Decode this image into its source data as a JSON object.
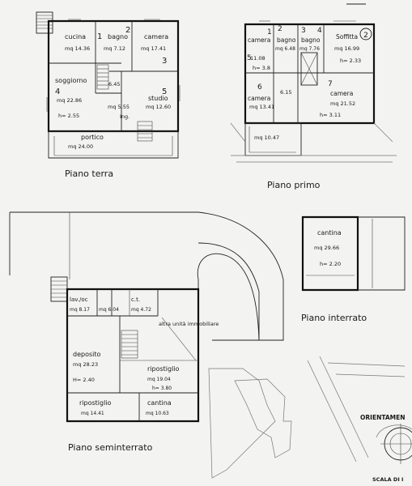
{
  "floors": {
    "ground": {
      "title": "Piano terra",
      "rooms": [
        {
          "name": "cucina",
          "area": "mq 14.36"
        },
        {
          "name": "bagno",
          "area": "mq 7.12"
        },
        {
          "name": "camera",
          "area": "mq 17.41"
        },
        {
          "name": "soggiorno",
          "area": "mq 22.86",
          "height": "h= 2.55"
        },
        {
          "name": "",
          "area": "6.45"
        },
        {
          "name": "",
          "area": "mq 5.55",
          "extra": "Ing."
        },
        {
          "name": "studio",
          "area": "mq 12.60"
        },
        {
          "name": "portico",
          "area": "mq 24.00"
        }
      ]
    },
    "first": {
      "title": "Piano primo",
      "rooms": [
        {
          "name": "camera",
          "area": "11.08",
          "height": "h= 3.8"
        },
        {
          "name": "bagno",
          "area": "mq 6.48"
        },
        {
          "name": "bagno",
          "area": "mq 7.76"
        },
        {
          "name": "Soffitta",
          "area": "mq 16.99",
          "height": "h= 2.33"
        },
        {
          "name": "",
          "area": "6.15"
        },
        {
          "name": "camera",
          "area": "mq 13.41"
        },
        {
          "name": "camera",
          "area": "mq 21.52",
          "height": "h= 3.11"
        },
        {
          "name": "",
          "area": "mq 10.47"
        }
      ]
    },
    "underground": {
      "title": "Piano interrato",
      "rooms": [
        {
          "name": "cantina",
          "area": "mq 29.66",
          "height": "h= 2.20"
        }
      ]
    },
    "basement": {
      "title": "Piano seminterrato",
      "rooms": [
        {
          "name": "lav./oc",
          "area": "mq 8.17"
        },
        {
          "name": "",
          "area": "mq 6.04"
        },
        {
          "name": "c.t.",
          "area": "mq 4.72"
        },
        {
          "name": "altra unità immobiliare",
          "area": ""
        },
        {
          "name": "deposito",
          "area": "mq 28.23",
          "height": "H= 2.40"
        },
        {
          "name": "ripostiglio",
          "area": "mq 19.04",
          "height": "h= 3.80"
        },
        {
          "name": "ripostiglio",
          "area": "mq 14.41"
        },
        {
          "name": "cantina",
          "area": "mq 10.63"
        }
      ]
    }
  },
  "markers": {
    "circle": "2",
    "rooms": [
      "1",
      "2",
      "3",
      "4",
      "5",
      "1",
      "2",
      "3",
      "4",
      "5",
      "6",
      "7"
    ]
  },
  "legend": {
    "orientation": "ORIENTAMEN",
    "scale": "SCALA DI I"
  }
}
